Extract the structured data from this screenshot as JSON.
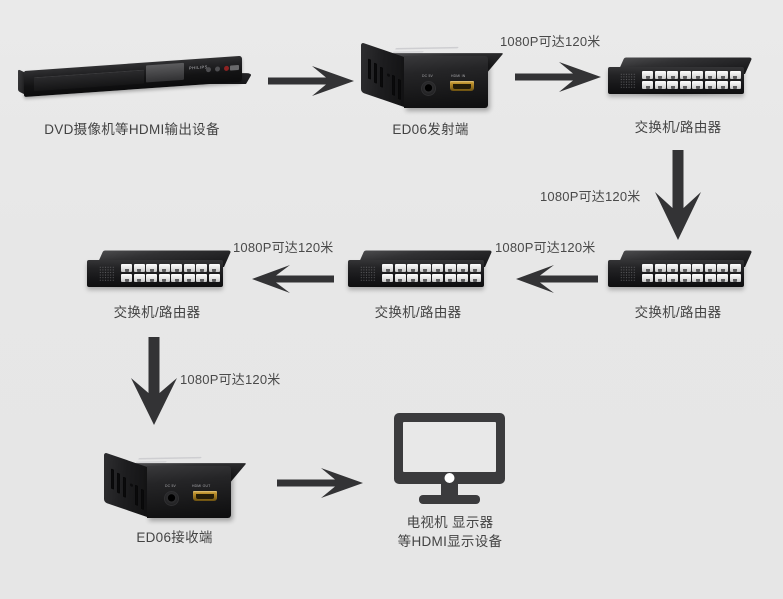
{
  "diagram": {
    "title": "HDMI over IP extender network topology",
    "background_color": "#e8e8e8",
    "text_color": "#434343",
    "device_color": "#1b1b1d",
    "port_color": "#f0f0f0",
    "hdmi_port_color": "#b5892a"
  },
  "nodes": {
    "source": {
      "label": "DVD摄像机等HDMI输出设备",
      "icon": "dvd-player-icon"
    },
    "transmitter": {
      "label": "ED06发射端",
      "icon": "extender-box-icon"
    },
    "switch_top_right": {
      "label": "交换机/路由器",
      "icon": "network-switch-icon",
      "port_count": 16
    },
    "switch_mid_right": {
      "label": "交换机/路由器",
      "icon": "network-switch-icon",
      "port_count": 16
    },
    "switch_mid_center": {
      "label": "交换机/路由器",
      "icon": "network-switch-icon",
      "port_count": 16
    },
    "switch_mid_left": {
      "label": "交换机/路由器",
      "icon": "network-switch-icon",
      "port_count": 16
    },
    "receiver": {
      "label": "ED06接收端",
      "icon": "extender-box-icon"
    },
    "display": {
      "label_line1": "电视机 显示器",
      "label_line2": "等HDMI显示设备",
      "icon": "monitor-icon"
    }
  },
  "links": {
    "source_to_tx": {
      "label": "",
      "direction": "right",
      "icon": "arrow-right-icon"
    },
    "tx_to_switch": {
      "label": "1080P可达120米",
      "direction": "right",
      "icon": "arrow-right-icon"
    },
    "switch_down_right": {
      "label": "1080P可达120米",
      "direction": "down",
      "icon": "arrow-down-icon"
    },
    "switch_right_to_center": {
      "label": "1080P可达120米",
      "direction": "left",
      "icon": "arrow-left-icon"
    },
    "switch_center_to_left": {
      "label": "1080P可达120米",
      "direction": "left",
      "icon": "arrow-left-icon"
    },
    "switch_down_left": {
      "label": "1080P可达120米",
      "direction": "down",
      "icon": "arrow-down-icon"
    },
    "rx_to_display": {
      "label": "",
      "direction": "right",
      "icon": "arrow-right-icon"
    }
  }
}
